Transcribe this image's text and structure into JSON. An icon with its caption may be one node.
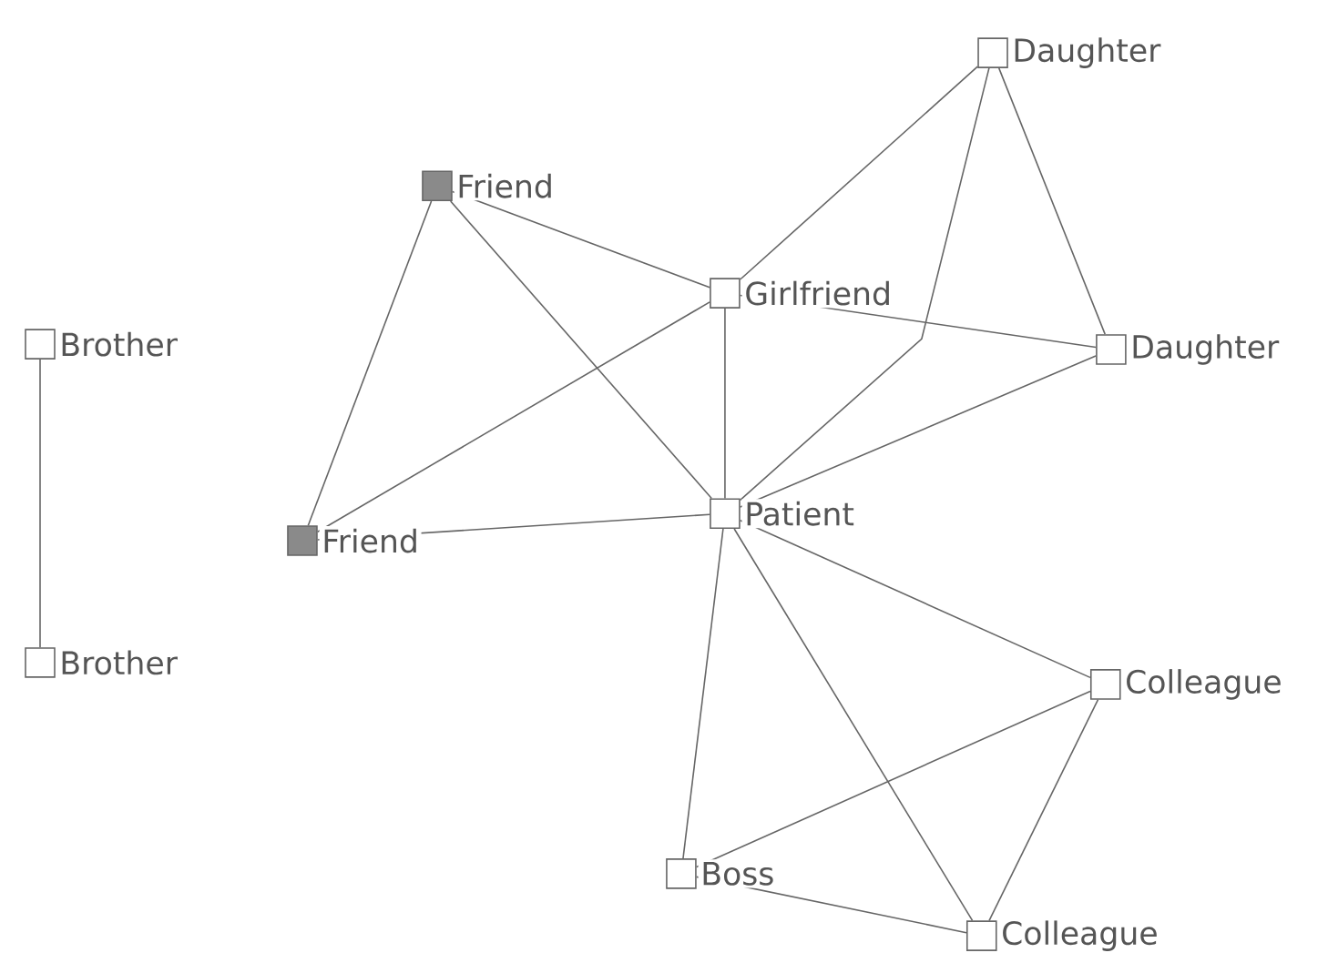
{
  "diagram": {
    "nodes": [
      {
        "text": [
          "Daughter"
        ]
      },
      {
        "text": [
          "Friend"
        ]
      },
      {
        "text": [
          "Girlfriend"
        ]
      },
      {
        "text": [
          "Brother"
        ]
      },
      {
        "text": [
          "Daughter"
        ]
      },
      {
        "text": [
          "Patient"
        ]
      },
      {
        "text": [
          "Friend"
        ]
      },
      {
        "text": [
          "Brother"
        ]
      },
      {
        "text": [
          "Colleague"
        ]
      },
      {
        "text": [
          "Boss"
        ]
      },
      {
        "text": [
          "Colleague"
        ]
      }
    ],
    "edges": [
      {
        "from": 3,
        "to": 7,
        "arrow": "none"
      },
      {
        "from": 1,
        "to": 2,
        "arrow": "none"
      },
      {
        "from": 1,
        "to": 5,
        "arrow": "none"
      },
      {
        "from": 1,
        "to": 6,
        "arrow": "none"
      },
      {
        "from": 6,
        "to": 2,
        "arrow": "none"
      },
      {
        "from": 6,
        "to": 5,
        "arrow": "none"
      },
      {
        "from": 2,
        "to": 0,
        "arrow": "none"
      },
      {
        "from": 2,
        "to": 4,
        "arrow": "none"
      },
      {
        "from": 2,
        "to": 5,
        "arrow": "none"
      },
      {
        "from": 0,
        "to": 5,
        "arrow": "none"
      },
      {
        "from": 0,
        "to": 4,
        "arrow": "none"
      },
      {
        "from": 4,
        "to": 5,
        "arrow": "none"
      },
      {
        "from": 5,
        "to": 8,
        "arrow": "none"
      },
      {
        "from": 5,
        "to": 9,
        "arrow": "none"
      },
      {
        "from": 5,
        "to": 10,
        "arrow": "none"
      },
      {
        "from": 8,
        "to": 9,
        "arrow": "none"
      },
      {
        "from": 8,
        "to": 10,
        "arrow": "none"
      },
      {
        "from": 9,
        "to": 10,
        "arrow": "none"
      }
    ]
  }
}
